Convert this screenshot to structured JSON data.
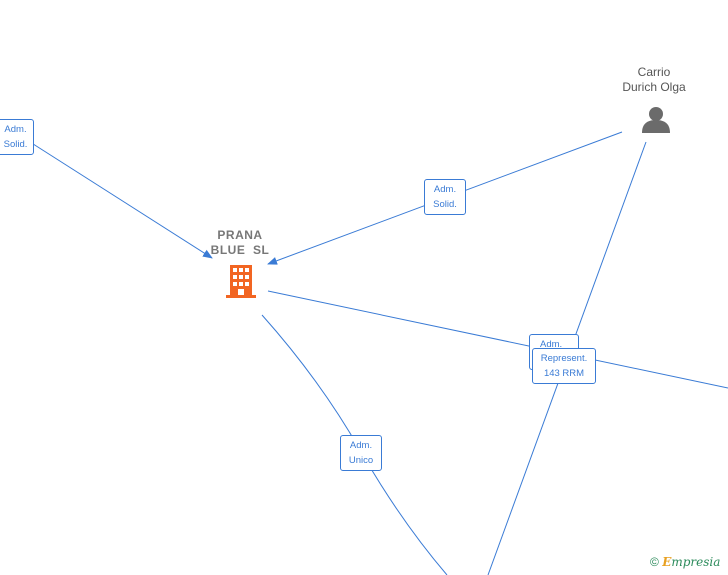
{
  "nodes": {
    "company": {
      "name_line1": "PRANA",
      "name_line2": "BLUE  SL",
      "icon": "building-icon",
      "color": "#f26522"
    },
    "person": {
      "name_line1": "Carrio",
      "name_line2": "Durich Olga",
      "icon": "person-icon",
      "color": "#6b6b6b"
    }
  },
  "edges": {
    "left_top": {
      "line1": "Adm.",
      "line2": "Solid."
    },
    "person_company": {
      "line1": "Adm.",
      "line2": "Solid."
    },
    "company_right": {
      "line1": "Adm.",
      "line2": ""
    },
    "person_bottom": {
      "line1": "Represent.",
      "line2": "143 RRM"
    },
    "company_bottom": {
      "line1": "Adm.",
      "line2": "Unico"
    }
  },
  "colors": {
    "edge": "#3a7bd5"
  },
  "brand": {
    "symbol": "©",
    "initial": "E",
    "rest": "mpresia"
  }
}
